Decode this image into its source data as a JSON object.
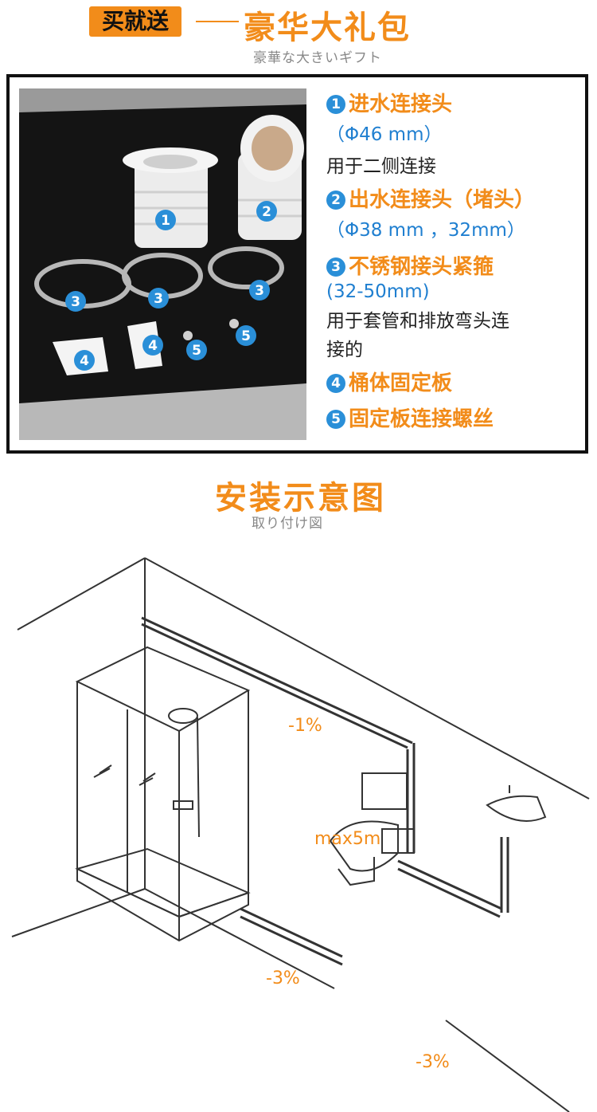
{
  "header": {
    "tag": "买就送",
    "title": "豪华大礼包",
    "subtitle": "豪華な大きいギフト"
  },
  "items": [
    {
      "num": "1",
      "title": "进水连接头",
      "spec": "（Φ46 mm）",
      "desc": [
        "用于二侧连接"
      ]
    },
    {
      "num": "2",
      "title": "出水连接头（堵头）",
      "spec": "（Φ38 mm ，32mm）",
      "desc": []
    },
    {
      "num": "3",
      "title": "不锈钢接头紧箍",
      "spec": "(32-50mm)",
      "desc": [
        "用于套管和排放弯头连",
        "接的"
      ]
    },
    {
      "num": "4",
      "title": "桶体固定板",
      "spec": "",
      "desc": []
    },
    {
      "num": "5",
      "title": "固定板连接螺丝",
      "spec": "",
      "desc": []
    }
  ],
  "photo_markers": [
    "1",
    "2",
    "3",
    "3",
    "3",
    "4",
    "4",
    "5",
    "5"
  ],
  "section2": {
    "title": "安装示意图",
    "subtitle": "取り付け図"
  },
  "diagram_labels": {
    "slope_top": "-1%",
    "max_length": "max5m",
    "slope_left": "-3%",
    "slope_right": "-3%"
  },
  "colors": {
    "accent": "#f28c1a",
    "marker": "#2a8fd8"
  }
}
